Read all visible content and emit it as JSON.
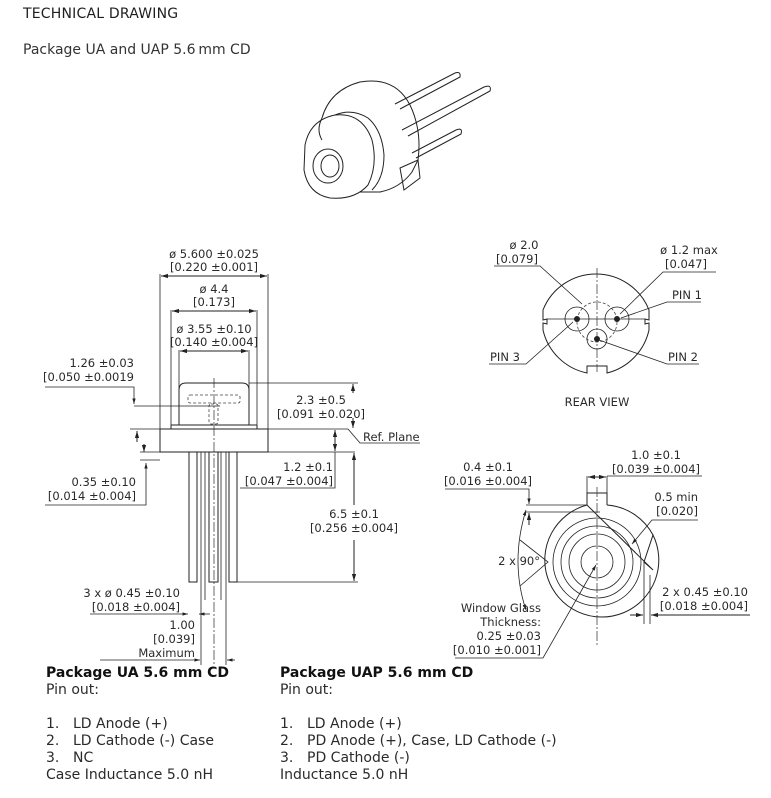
{
  "header": {
    "title": "TECHNICAL DRAWING",
    "subtitle": "Package UA and UAP 5.6 mm CD"
  },
  "side_view": {
    "dims": {
      "outer_dia": [
        "ø 5.600 ±0.025",
        "[0.220 ±0.001]"
      ],
      "cap_dia": [
        "ø 4.4",
        "[0.173]"
      ],
      "window_dia": [
        "ø 3.55 ±0.10",
        "[0.140 ±0.004]"
      ],
      "emit_height": [
        "1.26 ±0.03",
        "[0.050 ±0.0019"
      ],
      "cap_height": [
        "2.3 ±0.5",
        "[0.091 ±0.020]"
      ],
      "ref_plane": "Ref. Plane",
      "flange_offset": [
        "0.35 ±0.10",
        "[0.014 ±0.004]"
      ],
      "flange_thickness": [
        "1.2 ±0.1",
        "[0.047 ±0.004]"
      ],
      "lead_length": [
        "6.5 ±0.1",
        "[0.256 ±0.004]"
      ],
      "lead_dia": [
        "3 x ø 0.45 ±0.10",
        "[0.018 ±0.004]"
      ],
      "lead_spacing": [
        "1.00",
        "[0.039]",
        "Maximum"
      ]
    }
  },
  "rear_view": {
    "label": "REAR VIEW",
    "dims": {
      "pin_circle": [
        "ø 2.0",
        "[0.079]"
      ],
      "pad_dia": [
        "ø 1.2 max",
        "[0.047]"
      ]
    },
    "pins": [
      "PIN 1",
      "PIN 2",
      "PIN 3"
    ]
  },
  "front_view": {
    "dims": {
      "notch_depth": [
        "0.4 ±0.1",
        "[0.016 ±0.004]"
      ],
      "notch_width": [
        "1.0 ±0.1",
        "[0.039 ±0.004]"
      ],
      "wall_min": [
        "0.5 min",
        "[0.020]"
      ],
      "v_angle": "2 x 90°",
      "v_depth": [
        "2 x 0.45 ±0.10",
        "[0.018 ±0.004]"
      ],
      "window_glass": [
        "Window Glass",
        "Thickness:",
        "0.25 ±0.03",
        "[0.010 ±0.001]"
      ]
    }
  },
  "packages": [
    {
      "title": "Package UA 5.6 mm CD",
      "pinout_label": "Pin out:",
      "pins": [
        {
          "num": "1.",
          "desc": "LD Anode (+)"
        },
        {
          "num": "2.",
          "desc": "LD Cathode (-) Case"
        },
        {
          "num": "3.",
          "desc": "NC"
        }
      ],
      "footer": "Case Inductance 5.0 nH"
    },
    {
      "title": "Package UAP 5.6 mm CD",
      "pinout_label": "Pin out:",
      "pins": [
        {
          "num": "1.",
          "desc": "LD Anode (+)"
        },
        {
          "num": "2.",
          "desc": "PD Anode (+), Case, LD Cathode (-)"
        },
        {
          "num": "3.",
          "desc": "PD Cathode (-)"
        }
      ],
      "footer": "Inductance 5.0 nH"
    }
  ]
}
